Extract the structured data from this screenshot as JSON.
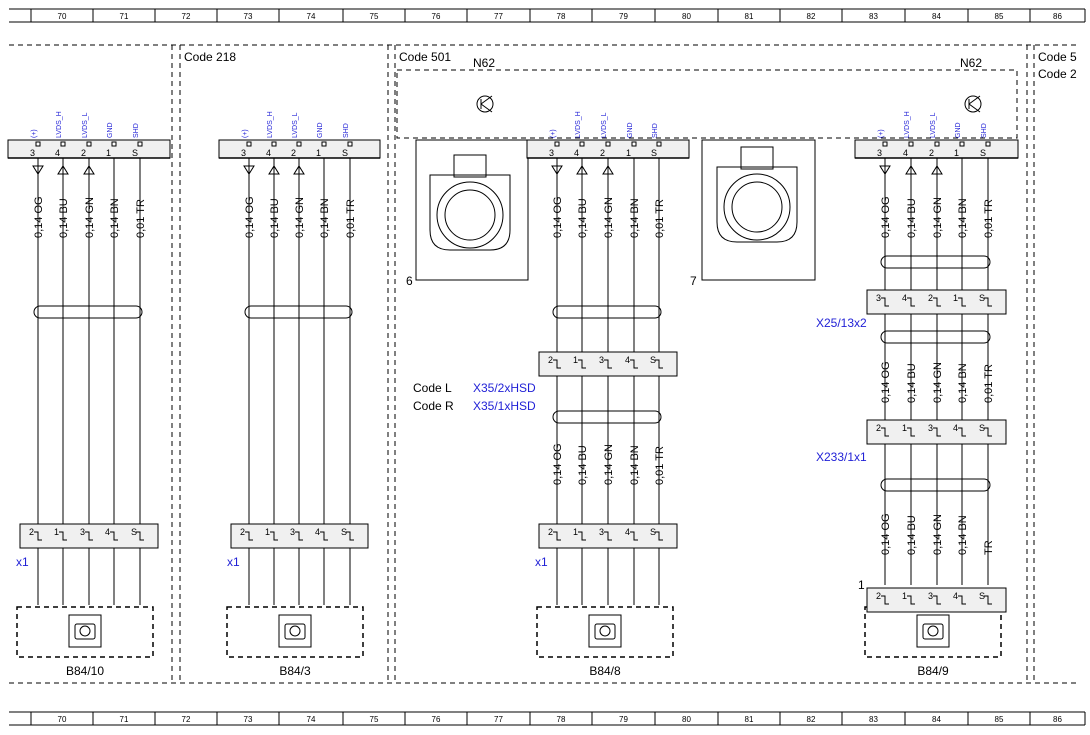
{
  "ruler": {
    "columns": [
      "70",
      "71",
      "72",
      "73",
      "74",
      "75",
      "76",
      "77",
      "78",
      "79",
      "80",
      "81",
      "82",
      "83",
      "84",
      "85",
      "86"
    ]
  },
  "headers": {
    "code_218": "Code 218",
    "code_501": "Code 501",
    "code_5": "Code 5",
    "code_2": "Code 2",
    "n62_left": "N62",
    "n62_right": "N62"
  },
  "pin_labels": [
    "(+)",
    "LVDS_H",
    "LVDS_L",
    "GND",
    "SHD"
  ],
  "pin_numbers": [
    "3",
    "4",
    "2",
    "1",
    "S"
  ],
  "wire_labels": [
    "0,14 OG",
    "0,14 BU",
    "0,14 GN",
    "0,14 BN",
    "0,01 TR"
  ],
  "wire_labels_short_tr": [
    "0,14 OG",
    "0,14 BU",
    "0,14 GN",
    "0,14 BN",
    "TR"
  ],
  "connector_pins_a": [
    "2",
    "1",
    "3",
    "4",
    "S"
  ],
  "connector_pins_b": [
    "3",
    "4",
    "2",
    "1",
    "S"
  ],
  "connectors": {
    "x1": "x1",
    "x25": "X25/13x2",
    "x233": "X233/1x1",
    "x35_2": "X35/2xHSD",
    "x35_1": "X35/1xHSD",
    "code_l": "Code L",
    "code_r": "Code R"
  },
  "plugs": {
    "p6": "6",
    "p7": "7",
    "p1": "1"
  },
  "cameras": [
    "B84/10",
    "B84/3",
    "B84/8",
    "B84/9"
  ],
  "colors": {
    "line": "#000000",
    "pin_label": "#1f1fd6",
    "connector_label": "#1f1fd6",
    "pin_box": "#f0f0f0"
  }
}
